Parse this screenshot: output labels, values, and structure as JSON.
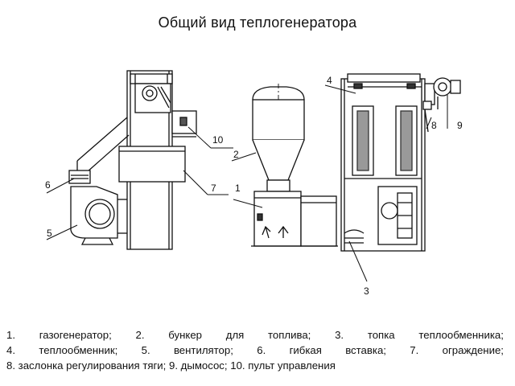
{
  "title": "Общий вид теплогенератора",
  "callouts": {
    "c1": "1",
    "c2": "2",
    "c3": "3",
    "c4": "4",
    "c5": "5",
    "c6": "6",
    "c7": "7",
    "c8": "8",
    "c9": "9",
    "c10": "10"
  },
  "legend": {
    "row1": [
      "1.",
      "газогенератор;",
      "2.",
      "бункер",
      "для",
      "топлива;",
      "3.",
      "топка",
      "теплообменника;"
    ],
    "row2": [
      "4.",
      "теплообменник;",
      "5.",
      "вентилятор;",
      "6.",
      "гибкая",
      "вставка;",
      "7.",
      "ограждение;"
    ],
    "row3": "8. заслонка регулирования тяги; 9. дымосос; 10. пульт управления"
  }
}
